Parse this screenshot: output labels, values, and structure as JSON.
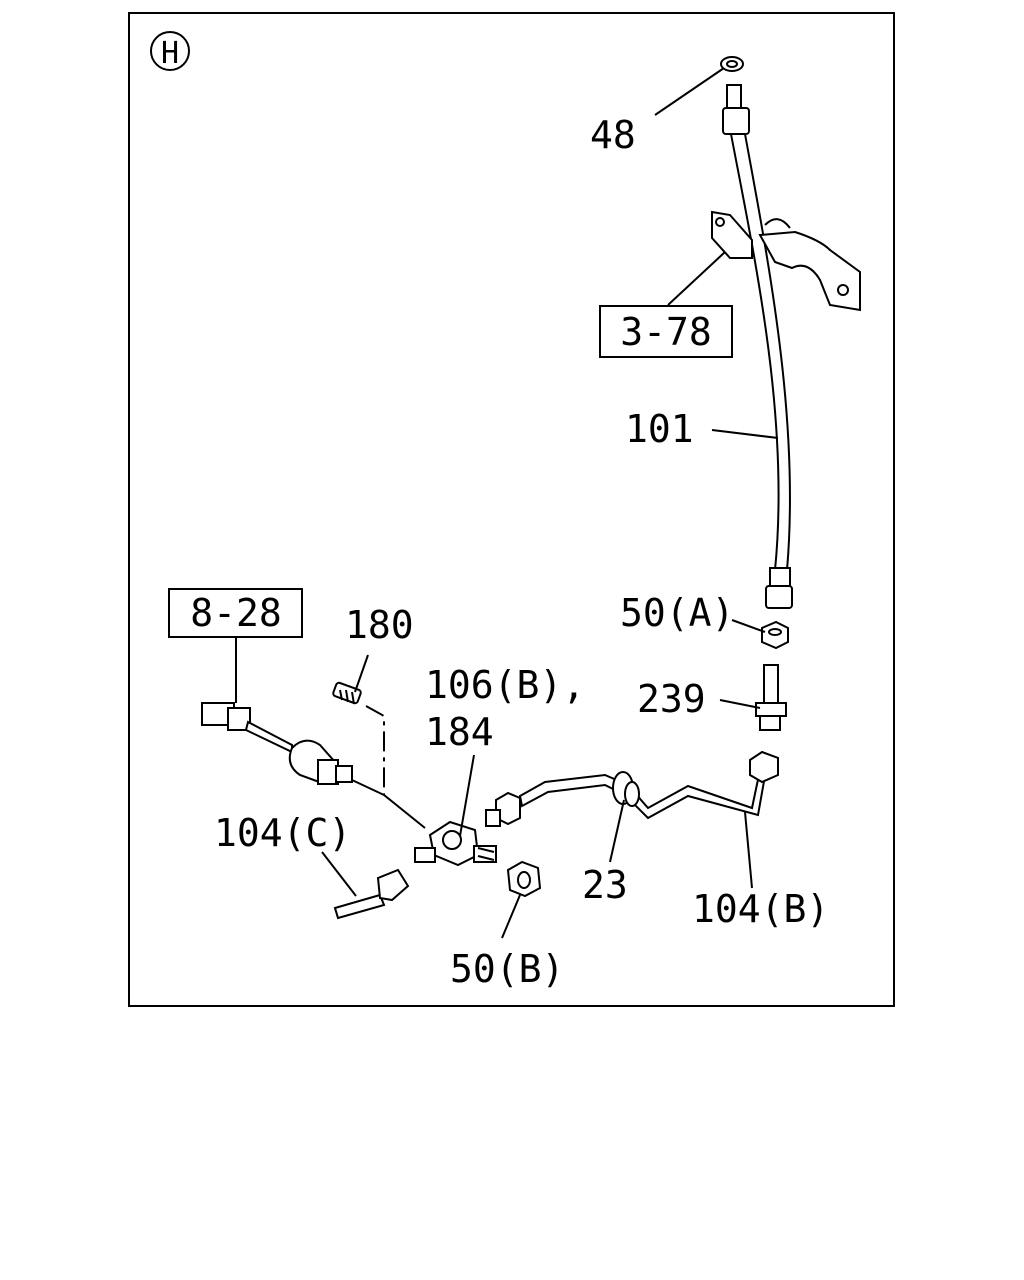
{
  "section_marker": "H",
  "references": [
    "3-78",
    "8-28"
  ],
  "callouts": {
    "c48": "48",
    "c101": "101",
    "c50a": "50(A)",
    "c239": "239",
    "c180": "180",
    "c106b": "106(B),",
    "c184": "184",
    "c104c": "104(C)",
    "c23": "23",
    "c104b": "104(B)",
    "c50b": "50(B)"
  }
}
